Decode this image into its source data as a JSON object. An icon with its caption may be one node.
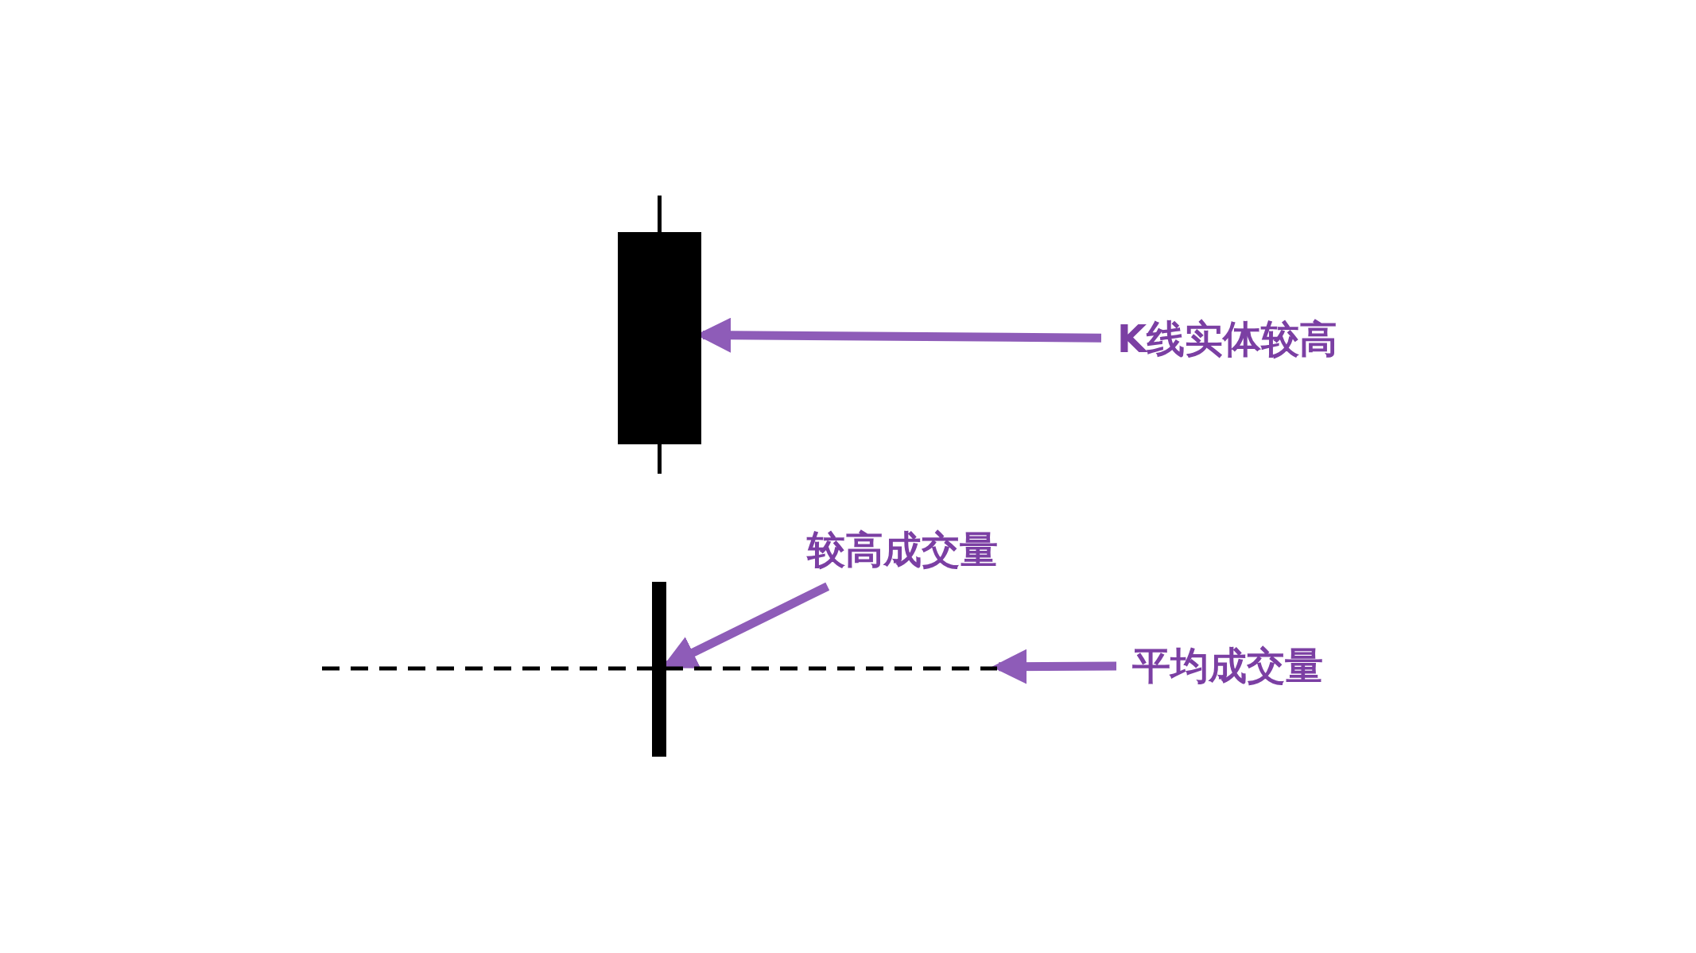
{
  "diagram": {
    "nodes": [
      {
        "text": [],
        "shape": "box"
      },
      {
        "text": [
          "K线实体较高"
        ]
      },
      {
        "text": [
          "较高成交量"
        ]
      },
      {
        "text": [],
        "shape": "bar"
      },
      {
        "text": [],
        "shape": "line"
      },
      {
        "text": [
          "平均成交量"
        ]
      }
    ],
    "edges": [
      {
        "from": 1,
        "to": 0,
        "arrow": "to"
      },
      {
        "from": 2,
        "to": 3,
        "arrow": "to"
      },
      {
        "from": 5,
        "to": 4,
        "arrow": "to"
      }
    ]
  }
}
